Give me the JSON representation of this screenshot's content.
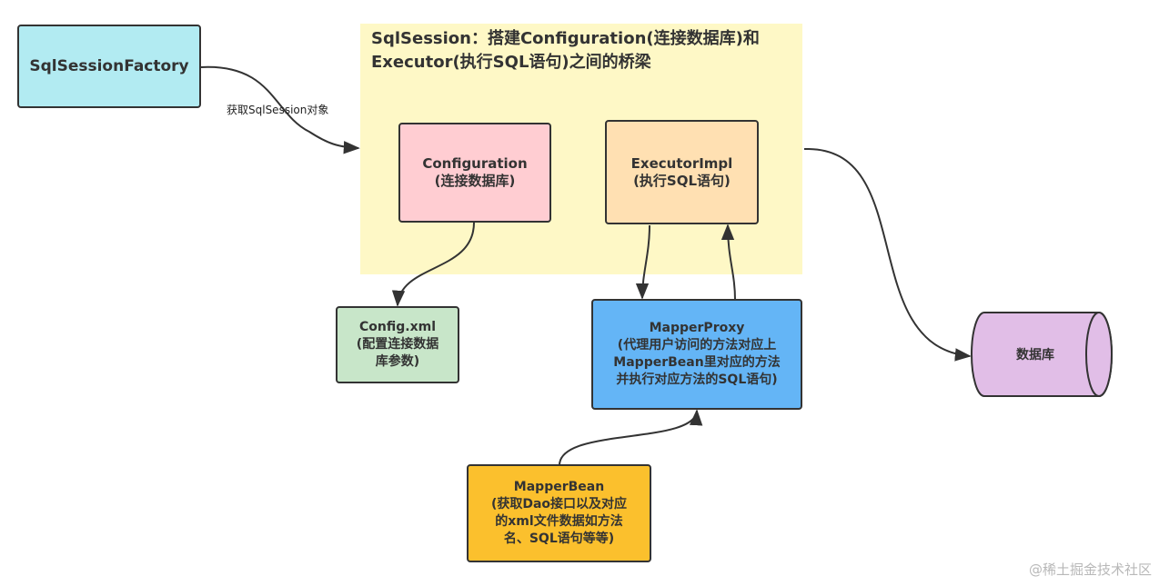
{
  "panel": {
    "title_line1": "SqlSession：搭建Configuration(连接数据库)和",
    "title_line2": "Executor(执行SQL语句)之间的桥梁"
  },
  "nodes": {
    "sqlsessionfactory": {
      "title": "SqlSessionFactory"
    },
    "configuration": {
      "title": "Configuration",
      "sub": "(连接数据库)"
    },
    "executorimpl": {
      "title": "ExecutorImpl",
      "sub": "(执行SQL语句)"
    },
    "configxml": {
      "title": "Config.xml",
      "sub1": "(配置连接数据",
      "sub2": "库参数)"
    },
    "mapperproxy": {
      "title": "MapperProxy",
      "sub1": "(代理用户访问的方法对应上",
      "sub2": "MapperBean里对应的方法",
      "sub3": "并执行对应方法的SQL语句)"
    },
    "mapperbean": {
      "title": "MapperBean",
      "sub1": "(获取Dao接口以及对应",
      "sub2": "的xml文件数据如方法",
      "sub3": "名、SQL语句等等)"
    },
    "database": {
      "title": "数据库"
    }
  },
  "edges": {
    "factory_to_session": "获取SqlSession对象"
  },
  "watermark": "@稀土掘金技术社区",
  "colors": {
    "panel": "#fef8c6",
    "sqlsessionfactory": "#b2ebf2",
    "configuration": "#ffcdd2",
    "executorimpl": "#ffe0b2",
    "configxml": "#c8e6c9",
    "mapperproxy": "#64b5f6",
    "mapperbean": "#fbc02d",
    "database": "#e1bee7"
  }
}
